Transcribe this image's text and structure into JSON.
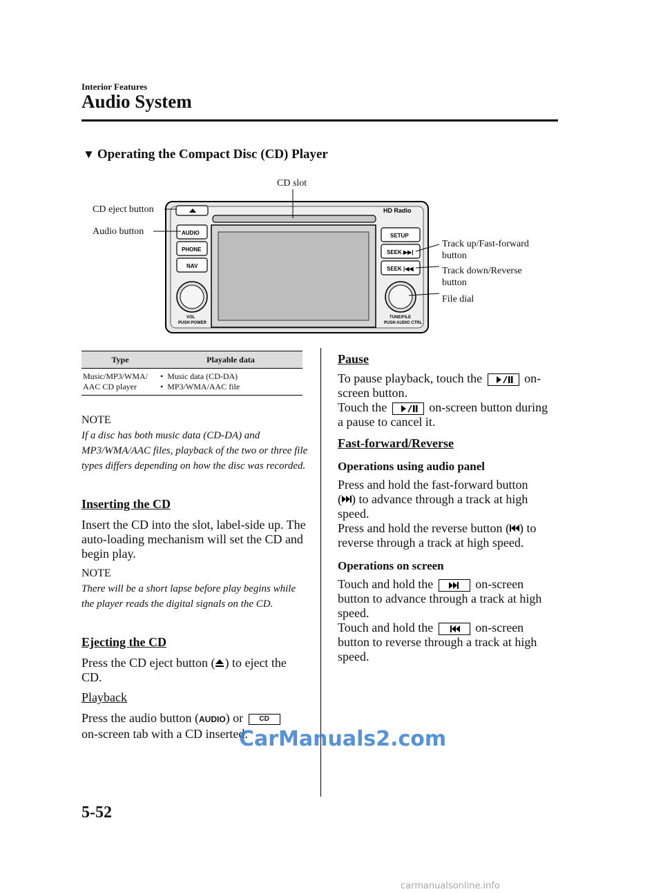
{
  "header": {
    "section": "Interior Features",
    "title": "Audio System"
  },
  "heading": "Operating the Compact Disc (CD) Player",
  "figure": {
    "callouts": {
      "cd_slot": "CD slot",
      "cd_eject": "CD eject button",
      "audio_button": "Audio button",
      "track_up_1": "Track up/Fast-forward",
      "track_up_2": "button",
      "track_down_1": "Track down/Reverse",
      "track_down_2": "button",
      "file_dial": "File dial"
    },
    "panel": {
      "brand": "HD Radio",
      "audio": "AUDIO",
      "phone": "PHONE",
      "nav": "NAV",
      "setup": "SETUP",
      "seek_up": "SEEK ▶▶|",
      "seek_down": "SEEK |◀◀",
      "vol": "VOL",
      "vol_sub": "PUSH POWER",
      "tune": "TUNE/FILE",
      "tune_sub": "PUSH AUDIO CTRL"
    }
  },
  "table": {
    "headers": [
      "Type",
      "Playable data"
    ],
    "row": {
      "type_line1": "Music/MP3/WMA/",
      "type_line2": "AAC CD player",
      "data": [
        "Music data (CD-DA)",
        "MP3/WMA/AAC file"
      ]
    }
  },
  "left": {
    "note1_label": "NOTE",
    "note1_text": "If a disc has both music data (CD-DA) and MP3/WMA/AAC files, playback of the two or three file types differs depending on how the disc was recorded.",
    "inserting_title": "Inserting the CD",
    "inserting_text": "Insert the CD into the slot, label-side up. The auto-loading mechanism will set the CD and begin play.",
    "note2_label": "NOTE",
    "note2_text": "There will be a short lapse before play begins while the player reads the digital signals on the CD.",
    "ejecting_title": "Ejecting the CD",
    "ejecting_pre": "Press the CD eject button (",
    "ejecting_post": ") to eject the",
    "ejecting_tail": "CD.",
    "playback_title": "Playback",
    "playback_pre": "Press the audio button (",
    "playback_btn": "AUDIO",
    "playback_mid": ") or",
    "playback_tab": "CD",
    "playback_tail": "on-screen tab with a CD inserted."
  },
  "right": {
    "pause_title": "Pause",
    "pause_1_pre": "To pause playback, touch the",
    "pause_1_post": "on-",
    "pause_2": "screen button.",
    "pause_3_pre": "Touch the",
    "pause_3_post": "on-screen button during",
    "pause_4": "a pause to cancel it.",
    "ff_title": "Fast-forward/Reverse",
    "panel_ops": "Operations using audio panel",
    "ff_1": "Press and hold the fast-forward button",
    "ff_2_post": ") to advance through a track at high",
    "ff_3": "speed.",
    "rev_1_pre": "Press and hold the reverse button (",
    "rev_1_post": ") to",
    "rev_2": "reverse through a track at high speed.",
    "screen_ops": "Operations on screen",
    "scr_1_pre": "Touch and hold the",
    "scr_1_post": "on-screen",
    "scr_2": "button to advance through a track at high",
    "scr_3": "speed.",
    "scr_4_pre": "Touch and hold the",
    "scr_4_post": "on-screen",
    "scr_5": "button to reverse through a track at high",
    "scr_6": "speed."
  },
  "footer": {
    "page_number": "5-52",
    "watermark": "CarManuals2.com",
    "watermark2": "carmanualsonline.info"
  }
}
